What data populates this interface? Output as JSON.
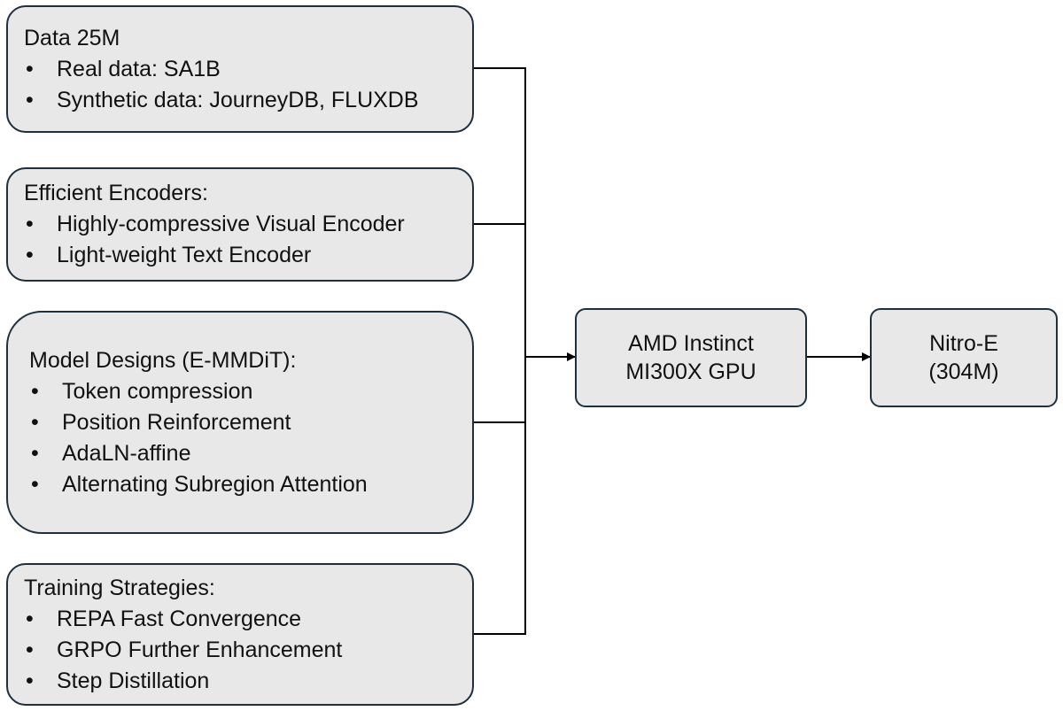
{
  "inputs": [
    {
      "title": "Data 25M",
      "items": [
        "Real data: SA1B",
        "Synthetic data: JourneyDB, FLUXDB"
      ]
    },
    {
      "title": "Efficient Encoders:",
      "items": [
        "Highly-compressive Visual Encoder",
        "Light-weight Text Encoder"
      ]
    },
    {
      "title": "Model Designs (E-MMDiT):",
      "items": [
        "Token compression",
        "Position Reinforcement",
        "AdaLN-affine",
        "Alternating Subregion Attention"
      ]
    },
    {
      "title": "Training Strategies:",
      "items": [
        "REPA Fast Convergence",
        "GRPO Further Enhancement",
        "Step Distillation"
      ]
    }
  ],
  "hardware": {
    "line1": "AMD Instinct",
    "line2": "MI300X GPU"
  },
  "output": {
    "line1": "Nitro-E",
    "line2": "(304M)"
  },
  "colors": {
    "box_fill": "#e8e8e8",
    "box_border": "#1f2f3e",
    "connector": "#000000"
  }
}
